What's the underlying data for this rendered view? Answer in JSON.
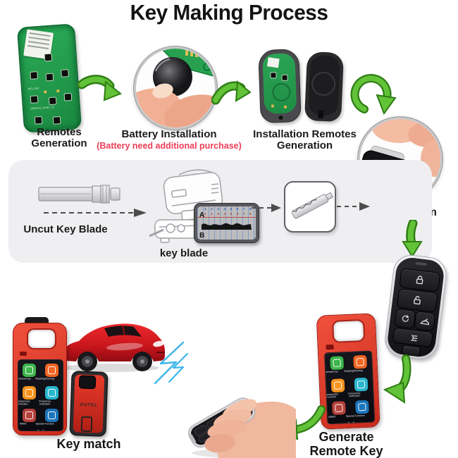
{
  "title": "Key Making Process",
  "colors": {
    "arrow_green": "#62c238",
    "arrow_green_dark": "#2e7d14",
    "device_red": "#d63427",
    "note_red": "#ee3e56",
    "panel_gray": "#efeff1",
    "pcb_green": "#23a551",
    "signal_blue": "#3fb6ea"
  },
  "steps": {
    "remotes_generation": {
      "line1": "Remotes",
      "line2": "Generation"
    },
    "battery_installation": {
      "label": "Battery Installation",
      "note": "(Battery need additional purchase)"
    },
    "installation_remotes": {
      "line1": "Installation Remotes",
      "line2": "Generation"
    },
    "installation": {
      "label": "Installation"
    },
    "uncut_key_blade": {
      "label": "Uncut Key  Blade"
    },
    "key_blade": {
      "label": "key blade"
    },
    "key_match": {
      "label": "Key match"
    },
    "generate_remote_key": {
      "line1": "Generate",
      "line2": "Remote Key"
    }
  },
  "bitting_chart": {
    "label_a": "A",
    "label_b": "B",
    "row_top": "1 2 3 4 5 6 7 8",
    "row_mid": "1 2 3 4 5 6 7 8"
  },
  "pcb": {
    "silk_text_1": "MTL INV",
    "silk_text_2": "GR20XZ_Autel_V2"
  },
  "device_screen": {
    "apps": [
      {
        "label": "Universal Key",
        "color": "#3cb54a"
      },
      {
        "label": "Reading/Cloning",
        "color": "#f26522"
      },
      {
        "label": "Transponder Function",
        "color": "#f7941d"
      },
      {
        "label": "Frequency Detection",
        "color": "#29b6ce"
      },
      {
        "label": "IMMO",
        "color": "#b5413b"
      },
      {
        "label": "Special Function",
        "color": "#1b75bb"
      }
    ]
  },
  "vci": {
    "brand": "AUTEL"
  }
}
